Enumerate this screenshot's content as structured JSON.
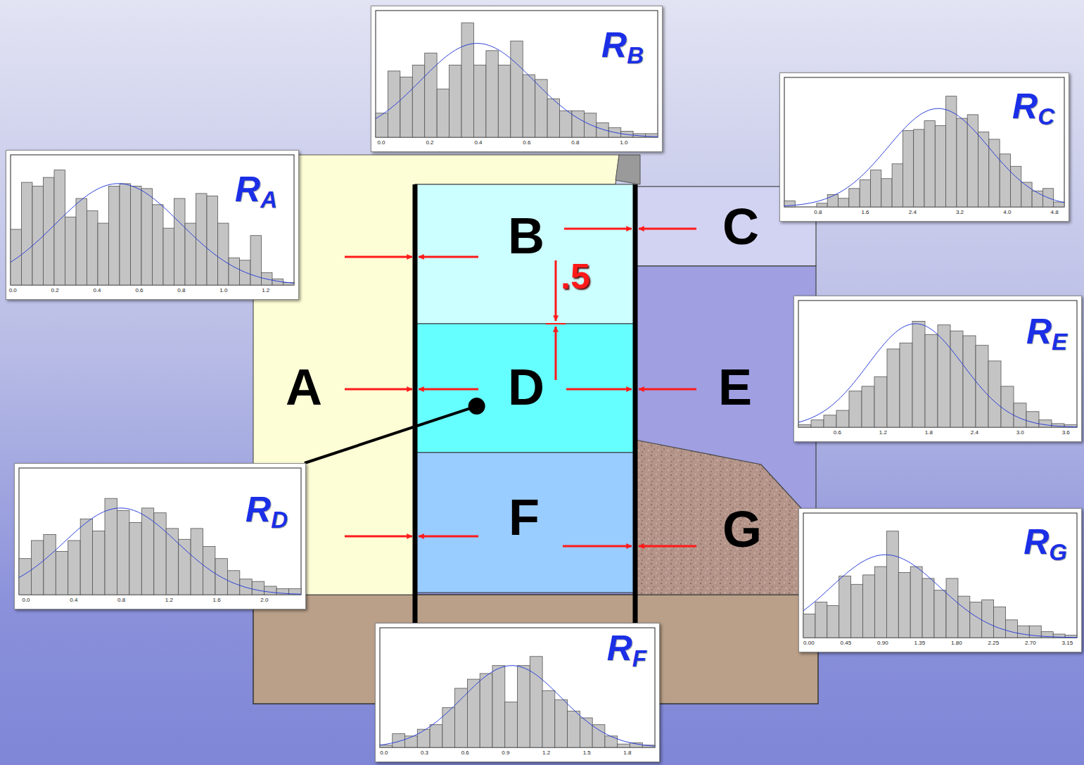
{
  "diagram": {
    "nodes": [
      {
        "text": [
          "RB",
          "0.0",
          "0.2",
          "0.4",
          "0.6",
          "0.8",
          "1.0"
        ]
      },
      {
        "text": [
          "RC",
          "0.8",
          "1.6",
          "2.4",
          "3.2",
          "4.0",
          "4.8"
        ]
      },
      {
        "text": [
          "RA",
          "0.0",
          "0.2",
          "0.4",
          "0.6",
          "0.8",
          "1.0",
          "1.2"
        ]
      },
      {
        "text": [
          "A"
        ]
      },
      {
        "text": [
          "B"
        ]
      },
      {
        "text": [
          "C"
        ]
      },
      {
        "text": [
          "D"
        ]
      },
      {
        "text": [
          "E"
        ]
      },
      {
        "text": [
          "RE",
          "0.6",
          "1.2",
          "1.8",
          "2.4",
          "3.0",
          "3.6"
        ]
      },
      {
        "text": [
          "RD",
          "0.0",
          "0.4",
          "0.8",
          "1.2",
          "1.6",
          "2.0"
        ]
      },
      {
        "text": [
          "F"
        ]
      },
      {
        "text": [
          "G"
        ]
      },
      {
        "text": [
          "RG",
          "0.00",
          "0.45",
          "0.90",
          "1.35",
          "1.80",
          "2.25",
          "2.70",
          "3.15"
        ]
      },
      {
        "text": [
          "RF",
          "0.0",
          "0.3",
          "0.6",
          "0.9",
          "1.2",
          "1.5",
          "1.8"
        ]
      }
    ],
    "edges": [
      {
        "from": 9,
        "to": 6,
        "arrow": "none"
      }
    ],
    "labels": [
      ".5"
    ]
  }
}
